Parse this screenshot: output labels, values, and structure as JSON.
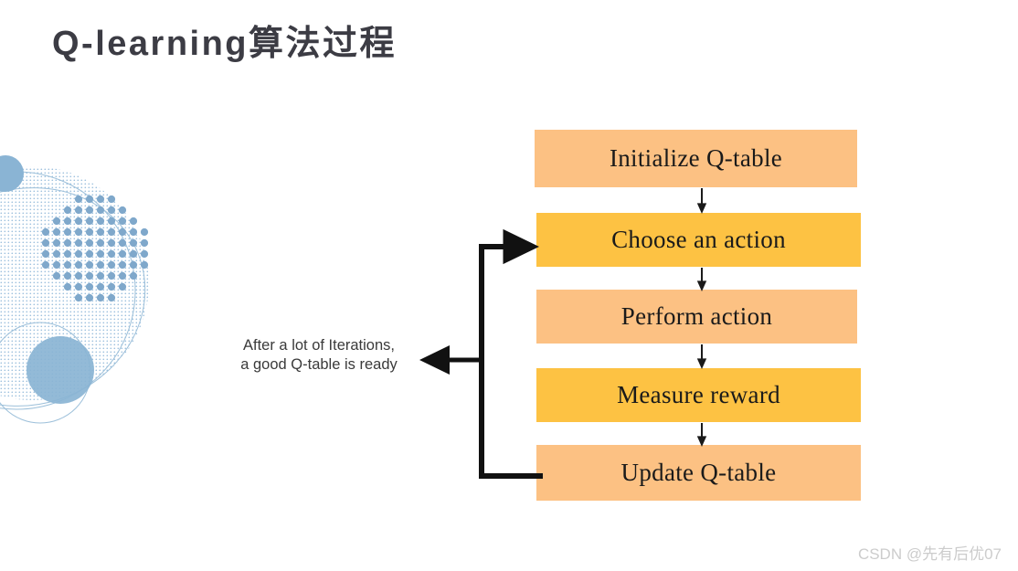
{
  "slide": {
    "title": "Q-learning算法过程",
    "background_color": "#ffffff",
    "title_color": "#3c3c44"
  },
  "flowchart": {
    "colors": {
      "light_orange": "#fcc183",
      "dark_orange": "#fdc243",
      "arrow": "#111111"
    },
    "boxes": [
      {
        "label": "Initialize Q-table",
        "shade": "light"
      },
      {
        "label": "Choose an action",
        "shade": "dark"
      },
      {
        "label": "Perform action",
        "shade": "light"
      },
      {
        "label": "Measure reward",
        "shade": "dark"
      },
      {
        "label": "Update Q-table",
        "shade": "light"
      }
    ],
    "loop_caption_line1": "After a lot of Iterations,",
    "loop_caption_line2": "a good Q-table is ready"
  },
  "decoration": {
    "accent_blue": "#8ab4d4",
    "dot_blue": "#7fa8cb",
    "outline_blue": "#9dc0da"
  },
  "watermark": {
    "text": "CSDN @先有后优07",
    "color": "#cccccc"
  }
}
